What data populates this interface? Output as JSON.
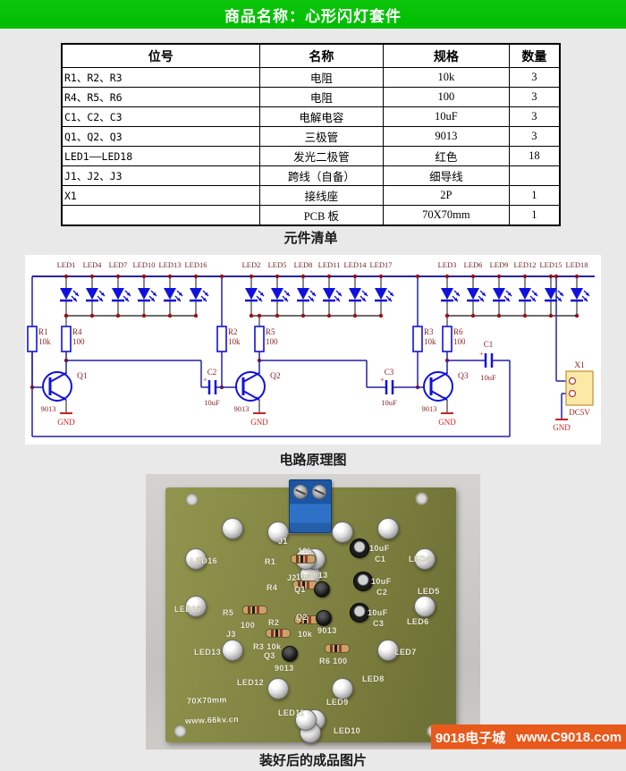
{
  "header": {
    "title": "商品名称：心形闪灯套件"
  },
  "parts_table": {
    "columns": [
      "位号",
      "名称",
      "规格",
      "数量"
    ],
    "rows": [
      [
        "R1、R2、R3",
        "电阻",
        "10k",
        "3"
      ],
      [
        "R4、R5、R6",
        "电阻",
        "100",
        "3"
      ],
      [
        "C1、C2、C3",
        "电解电容",
        "10uF",
        "3"
      ],
      [
        "Q1、Q2、Q3",
        "三极管",
        "9013",
        "3"
      ],
      [
        "LED1——LED18",
        "发光二极管",
        "红色",
        "18"
      ],
      [
        "J1、J2、J3",
        "跨线（自备）",
        "细导线",
        ""
      ],
      [
        "X1",
        "接线座",
        "2P",
        "1"
      ],
      [
        "",
        "PCB 板",
        "70X70mm",
        "1"
      ]
    ],
    "caption": "元件清单"
  },
  "schematic": {
    "caption": "电路原理图",
    "led_groups": [
      [
        "LED1",
        "LED4",
        "LED7",
        "LED10",
        "LED13",
        "LED16"
      ],
      [
        "LED2",
        "LED5",
        "LED8",
        "LED11",
        "LED14",
        "LED17"
      ],
      [
        "LED3",
        "LED6",
        "LED9",
        "LED12",
        "LED15",
        "LED18"
      ]
    ],
    "stages": [
      {
        "r10k": "R1",
        "r10k_val": "10k",
        "r100": "R4",
        "r100_val": "100",
        "q": "Q1",
        "q_val": "9013",
        "gnd": "GND"
      },
      {
        "r10k": "R2",
        "r10k_val": "10k",
        "r100": "R5",
        "r100_val": "100",
        "q": "Q2",
        "q_val": "9013",
        "gnd": "GND"
      },
      {
        "r10k": "R3",
        "r10k_val": "10k",
        "r100": "R6",
        "r100_val": "100",
        "q": "Q3",
        "q_val": "9013",
        "gnd": "GND"
      }
    ],
    "caps": [
      {
        "name": "C2",
        "value": "10uF"
      },
      {
        "name": "C3",
        "value": "10uF"
      },
      {
        "name": "C1",
        "value": "10uF"
      }
    ],
    "connector": {
      "name": "X1",
      "supply": "DC5V",
      "gnd": "GND"
    },
    "colors": {
      "wire": "#2222a6",
      "component": "#1111dd",
      "designator": "#8b2323",
      "gnd": "#cc2222"
    }
  },
  "photo": {
    "caption": "装好后的成品图片",
    "silkscreen": {
      "j1": "J1",
      "r1": "R1",
      "r1v": "10k",
      "r4": "R4",
      "r4v": "100",
      "r2": "R2",
      "r2v": "10k",
      "j2": "J2",
      "r5": "R5",
      "r5v": "100",
      "j3": "J3",
      "r3": "R3 10k",
      "q1": "Q1",
      "q1v": "9013",
      "q2": "Q2",
      "q2v": "9013",
      "q3": "Q3",
      "q3v": "9013",
      "r6": "R6 100",
      "c1a": "10uF",
      "c1b": "C1",
      "c2a": "10uF",
      "c2b": "C2",
      "c3a": "10uF",
      "c3b": "C3",
      "led4": "LED4",
      "led5": "LED5",
      "led6": "LED6",
      "led7": "LED7",
      "led8": "LED8",
      "led9": "LED9",
      "led10": "LED10",
      "led11": "LED11",
      "led12": "LED12",
      "led13": "LED13",
      "led15": "LED15",
      "led16": "LED16",
      "size": "70X70mm",
      "url": "www.66kv.cn"
    }
  },
  "footer": {
    "site": "9018电子城",
    "url": "www.C9018.com",
    "accent": "#e8591c"
  }
}
